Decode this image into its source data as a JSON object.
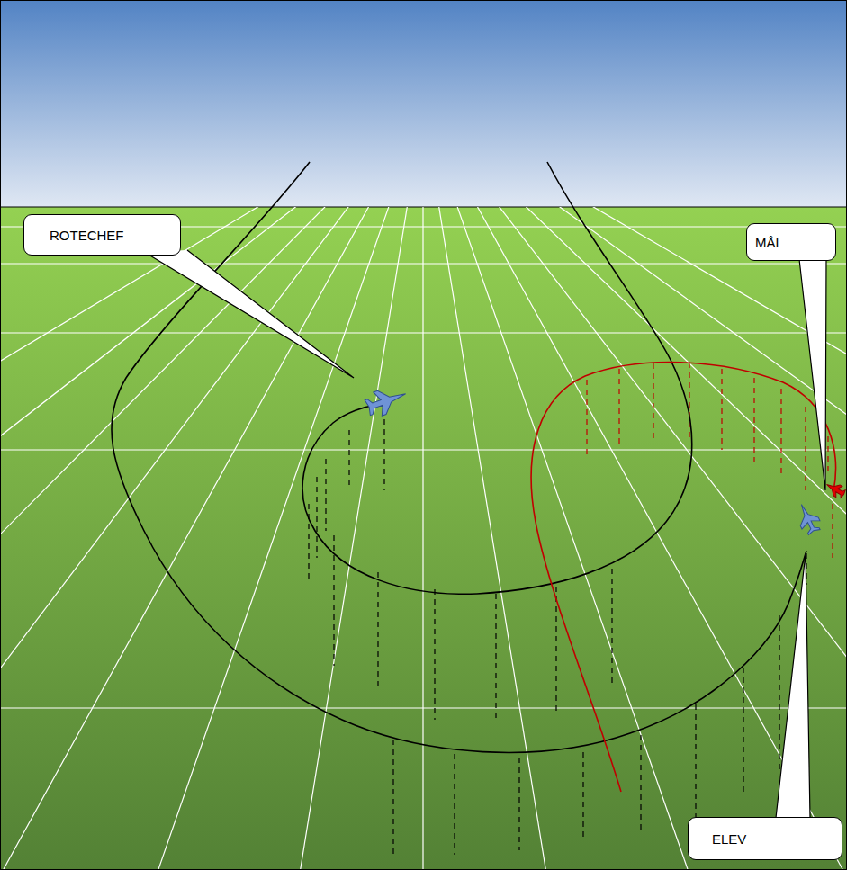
{
  "diagram": {
    "nodes": [
      {
        "text": [
          "ROTECHEF"
        ]
      },
      {
        "text": [
          "MÅL"
        ]
      },
      {
        "text": [
          "ELEV"
        ]
      }
    ]
  }
}
